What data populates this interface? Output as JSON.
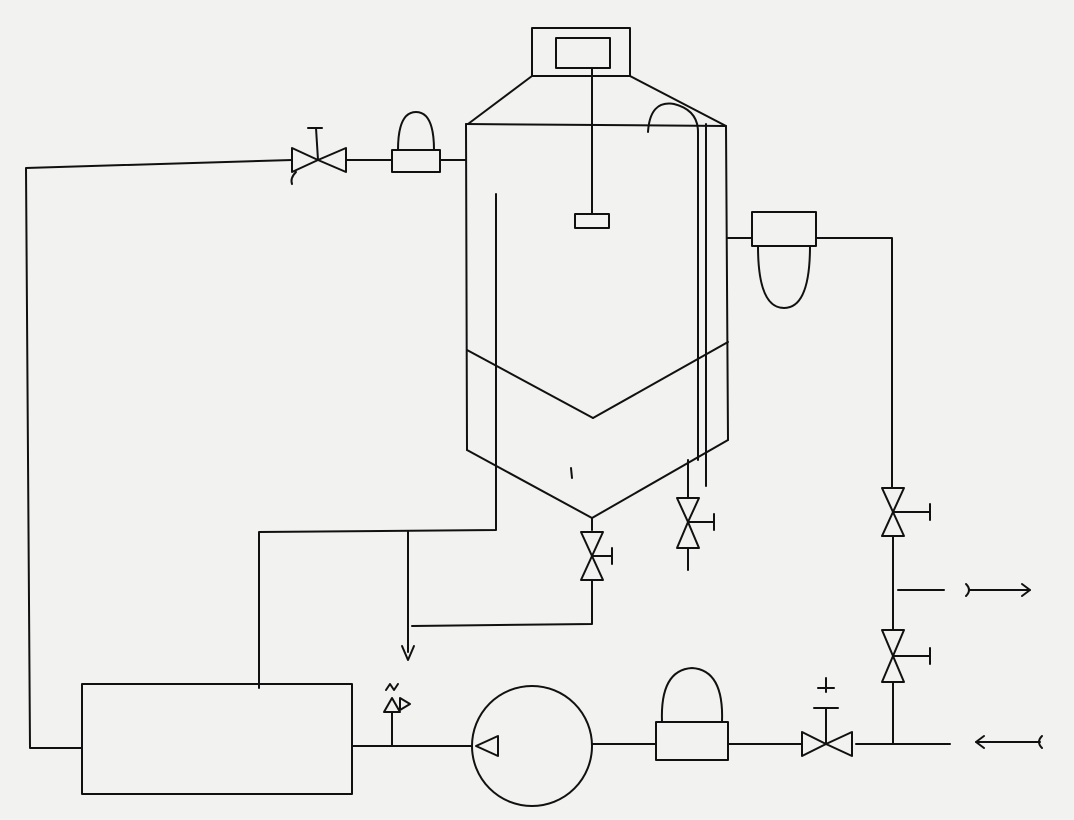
{
  "diagram": {
    "kind": "process flow schematic",
    "ink_color": "#111111",
    "paper_color": "#f2f2f0",
    "components": [
      {
        "id": "control-box",
        "icon": "motor-housing"
      },
      {
        "id": "agitator",
        "icon": "stirrer"
      },
      {
        "id": "vessel",
        "icon": "conical-tank"
      },
      {
        "id": "steam-trap-top",
        "icon": "trap"
      },
      {
        "id": "steam-trap-right",
        "icon": "trap"
      },
      {
        "id": "steam-trap-bottom",
        "icon": "trap"
      },
      {
        "id": "pump",
        "icon": "centrifugal-pump"
      },
      {
        "id": "tank",
        "icon": "receiver-tank"
      },
      {
        "id": "relief-valve",
        "icon": "safety-valve"
      },
      {
        "id": "valves",
        "icon": "gate-valve",
        "count": 7
      },
      {
        "id": "flow-arrows",
        "icon": "arrow",
        "count": 2
      }
    ]
  }
}
